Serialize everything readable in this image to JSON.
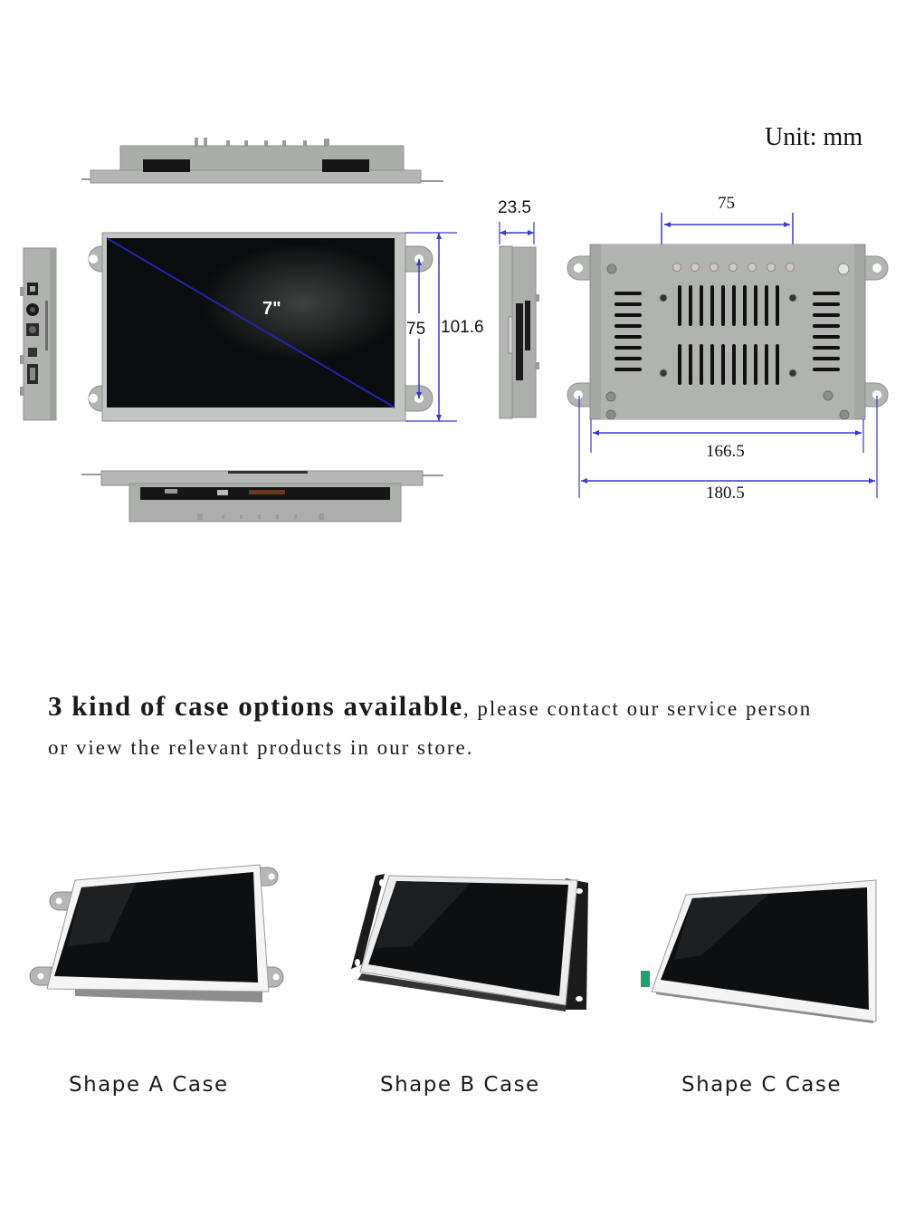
{
  "spec_sheet": {
    "unit_label": "Unit: mm",
    "front_view": {
      "diagonal_label": "7\"",
      "mount_hole_spacing_vertical": "75",
      "overall_height": "101.6"
    },
    "side_view": {
      "depth": "23.5"
    },
    "back_view": {
      "mount_hole_spacing_horizontal": "75",
      "body_width": "166.5",
      "overall_width": "180.5"
    },
    "colors": {
      "dimension_line": "#3a3ad0",
      "metal_case": "#a9aba8",
      "screen": "#0c0d0f"
    }
  },
  "case_options": {
    "headline_bold": "3 kind of case options available",
    "headline_rest_line1": ", please contact our service person",
    "headline_line2": "or view the relevant products in our store.",
    "items": [
      {
        "label": "Shape A Case",
        "bracket": "silver tabs"
      },
      {
        "label": "Shape B Case",
        "bracket": "black side brackets"
      },
      {
        "label": "Shape C Case",
        "bracket": "open frame"
      }
    ]
  }
}
